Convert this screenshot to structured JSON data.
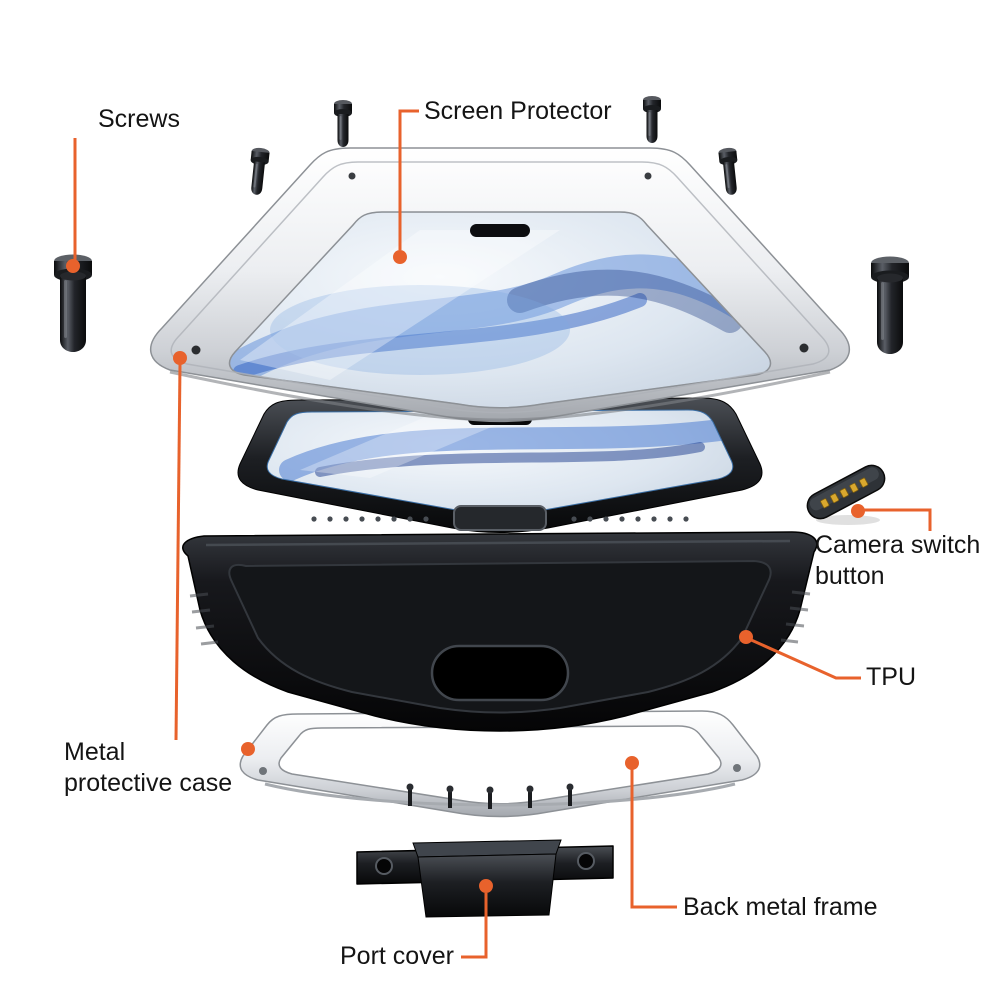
{
  "labels": {
    "screws": "Screws",
    "screen_protector": "Screen Protector",
    "camera_switch_button": {
      "line1": "Camera switch",
      "line2": "button"
    },
    "tpu": "TPU",
    "metal_protective_case": {
      "line1": "Metal",
      "line2": "protective case"
    },
    "back_metal_frame": "Back metal frame",
    "port_cover": "Port cover"
  },
  "style": {
    "background": "#ffffff",
    "accent": "#e8622c",
    "text_color": "#141414",
    "case_color": "#0b0c0e",
    "metal_color": "#e8eaed",
    "gold_contact_color": "#d9a82e"
  }
}
